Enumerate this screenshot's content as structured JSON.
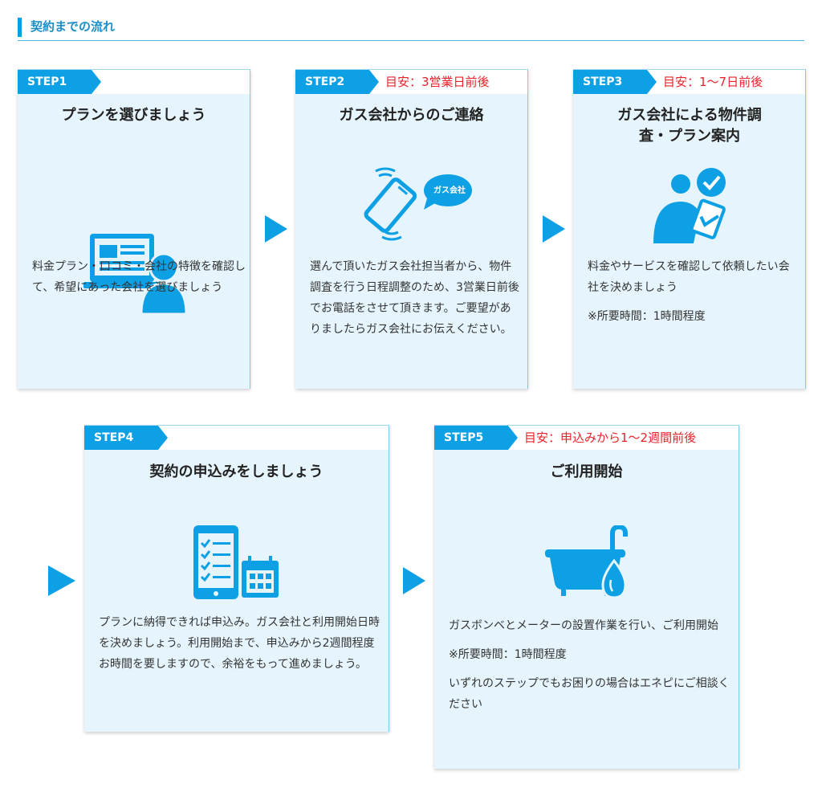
{
  "heading": "契約までの流れ",
  "colors": {
    "accent": "#0ea0e4",
    "estimate": "#e8232b",
    "card_bg": "#e6f5fd"
  },
  "steps": [
    {
      "tag": "STEP1",
      "estimate": "",
      "title": "プランを選びましょう",
      "icon": "person-computer-icon",
      "body": [
        "料金プラン・口コミ・会社の特徴を確認して、希望にあった会社を選びましょう"
      ]
    },
    {
      "tag": "STEP2",
      "estimate": "目安：3営業日前後",
      "title": "ガス会社からのご連絡",
      "icon": "phone-call-icon",
      "icon_text": "ガス会社",
      "body": [
        "選んで頂いたガス会社担当者から、物件調査を行う日程調整のため、3営業日前後でお電話をさせて頂きます。ご要望がありましたらガス会社にお伝えください。"
      ]
    },
    {
      "tag": "STEP3",
      "estimate": "目安：1〜7日前後",
      "title": "ガス会社による物件調査・プラン案内",
      "icon": "person-checklist-icon",
      "body": [
        "料金やサービスを確認して依頼したい会社を決めましょう",
        "※所要時間：1時間程度"
      ]
    },
    {
      "tag": "STEP4",
      "estimate": "",
      "title": "契約の申込みをしましょう",
      "icon": "smartphone-calendar-icon",
      "body": [
        "プランに納得できれば申込み。ガス会社と利用開始日時を決めましょう。利用開始まで、申込みから2週間程度お時間を要しますので、余裕をもって進めましょう。"
      ]
    },
    {
      "tag": "STEP5",
      "estimate": "目安：申込みから1〜2週間前後",
      "title": "ご利用開始",
      "icon": "bathtub-icon",
      "body": [
        "ガスボンベとメーターの設置作業を行い、ご利用開始",
        "※所要時間：1時間程度",
        "いずれのステップでもお困りの場合はエネピにご相談ください"
      ]
    }
  ]
}
